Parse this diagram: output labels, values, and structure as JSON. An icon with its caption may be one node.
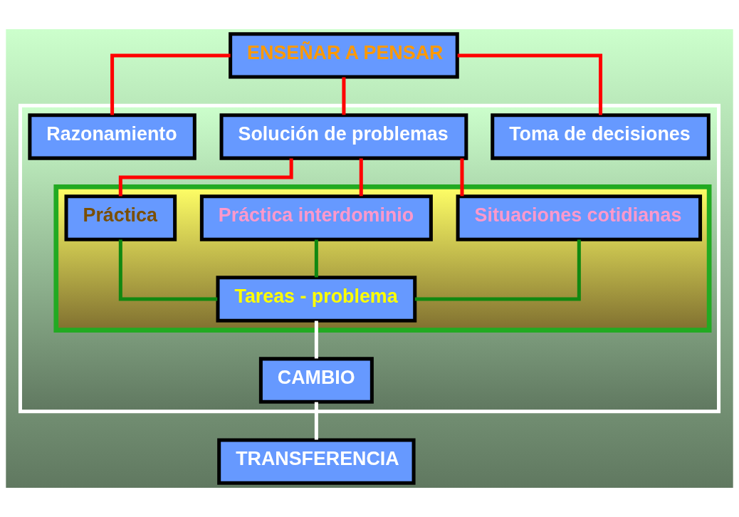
{
  "diagram": {
    "nodes": [
      {
        "text": [
          "ENSEÑAR A PENSAR"
        ]
      },
      {
        "text": [],
        "shape": "box"
      },
      {
        "text": [
          "Razonamiento"
        ],
        "in": 1
      },
      {
        "text": [
          "Solución de problemas"
        ],
        "in": 1
      },
      {
        "text": [
          "Toma de decisiones"
        ],
        "in": 1
      },
      {
        "text": [],
        "shape": "box",
        "in": 1
      },
      {
        "text": [
          "Práctica"
        ],
        "in": 5
      },
      {
        "text": [
          "Práctica interdominio"
        ],
        "in": 5
      },
      {
        "text": [
          "Situaciones cotidianas"
        ],
        "in": 5
      },
      {
        "text": [
          "Tareas - problema"
        ],
        "in": 5
      },
      {
        "text": [
          "CAMBIO"
        ],
        "in": 1
      },
      {
        "text": [
          "TRANSFERENCIA"
        ]
      }
    ],
    "edges": [
      {
        "from": 0,
        "to": 2,
        "arrow": "none"
      },
      {
        "from": 0,
        "to": 3,
        "arrow": "none"
      },
      {
        "from": 0,
        "to": 4,
        "arrow": "none"
      },
      {
        "from": 3,
        "to": 6,
        "arrow": "none"
      },
      {
        "from": 3,
        "to": 7,
        "arrow": "none"
      },
      {
        "from": 3,
        "to": 8,
        "arrow": "none"
      },
      {
        "from": 6,
        "to": 9,
        "arrow": "none",
        "color": "#118811"
      },
      {
        "from": 7,
        "to": 9,
        "arrow": "none",
        "color": "#118811"
      },
      {
        "from": 8,
        "to": 9,
        "arrow": "none",
        "color": "#118811"
      },
      {
        "from": 9,
        "to": 10,
        "arrow": "none",
        "color": "#ffffff"
      },
      {
        "from": 10,
        "to": 11,
        "arrow": "none",
        "color": "#ffffff"
      }
    ]
  }
}
